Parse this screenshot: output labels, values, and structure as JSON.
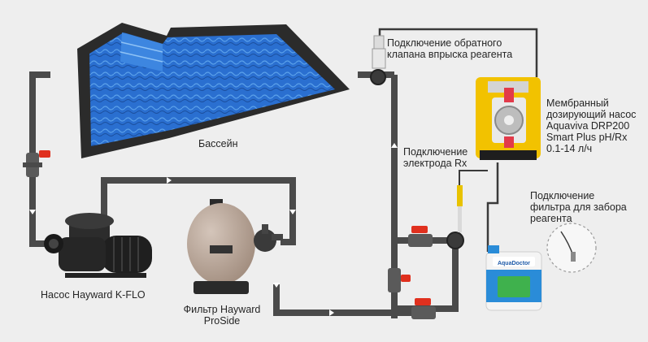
{
  "labels": {
    "pool": "Бассейн",
    "pump": "Насос Hayward K-FLO",
    "filter_line1": "Фильтр Hayward",
    "filter_line2": "ProSide",
    "check_valve_line1": "Подключение  обратного",
    "check_valve_line2": "клапана впрыска реагента",
    "electrode_line1": "Подключение",
    "electrode_line2": "электрода Rx",
    "doser_line1": "Мембранный",
    "doser_line2": "дозирующий насос",
    "doser_line3": "Aquaviva DRP200",
    "doser_line4": "Smart Plus pH/Rx",
    "doser_line5": "0.1-14 л/ч",
    "intake_line1": "Подключение",
    "intake_line2": "фильтра для  забора",
    "intake_line3": "реагента",
    "canister_brand": "AquaDoctor"
  },
  "icons": {
    "flow": "flow-arrow-icon",
    "valve": "valve-icon"
  },
  "colors": {
    "pipe": "#4a4a4a",
    "pool_water": "#1f5fb8",
    "pool_rim": "#2b2b2b",
    "valve_handle": "#e0301e",
    "doser_body": "#f2c200",
    "filter_tank": "#b5a294",
    "background": "#eeeeee"
  }
}
